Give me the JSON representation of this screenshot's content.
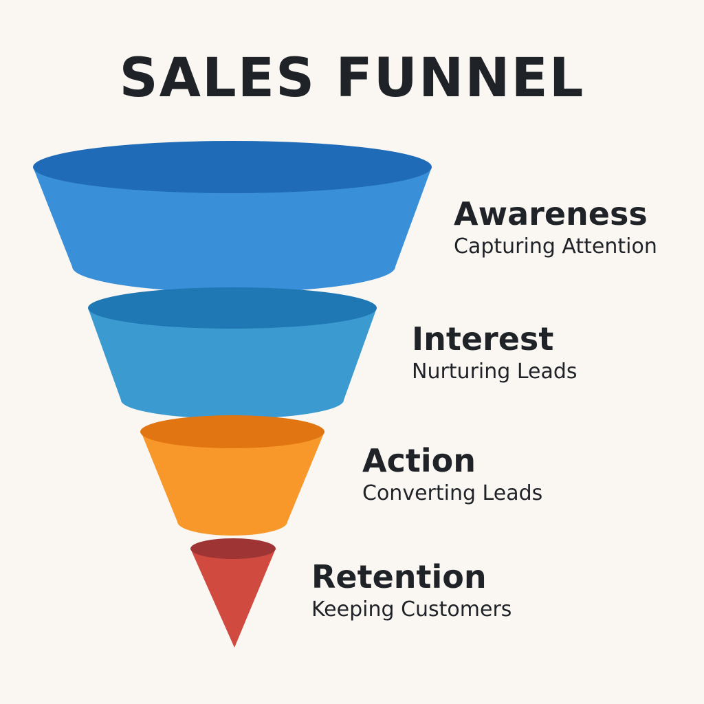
{
  "title": "SALES FUNNEL",
  "stages": [
    {
      "name": "Awareness",
      "description": "Capturing Attention",
      "side_color": "#3a8fd9",
      "top_color": "#1f6bb8"
    },
    {
      "name": "Interest",
      "description": "Nurturing Leads",
      "side_color": "#3b9bd1",
      "top_color": "#1f78b4"
    },
    {
      "name": "Action",
      "description": "Converting Leads",
      "side_color": "#f8982a",
      "top_color": "#e07511"
    },
    {
      "name": "Retention",
      "description": "Keeping Customers",
      "side_color": "#d04a40",
      "top_color": "#9e3433"
    }
  ]
}
